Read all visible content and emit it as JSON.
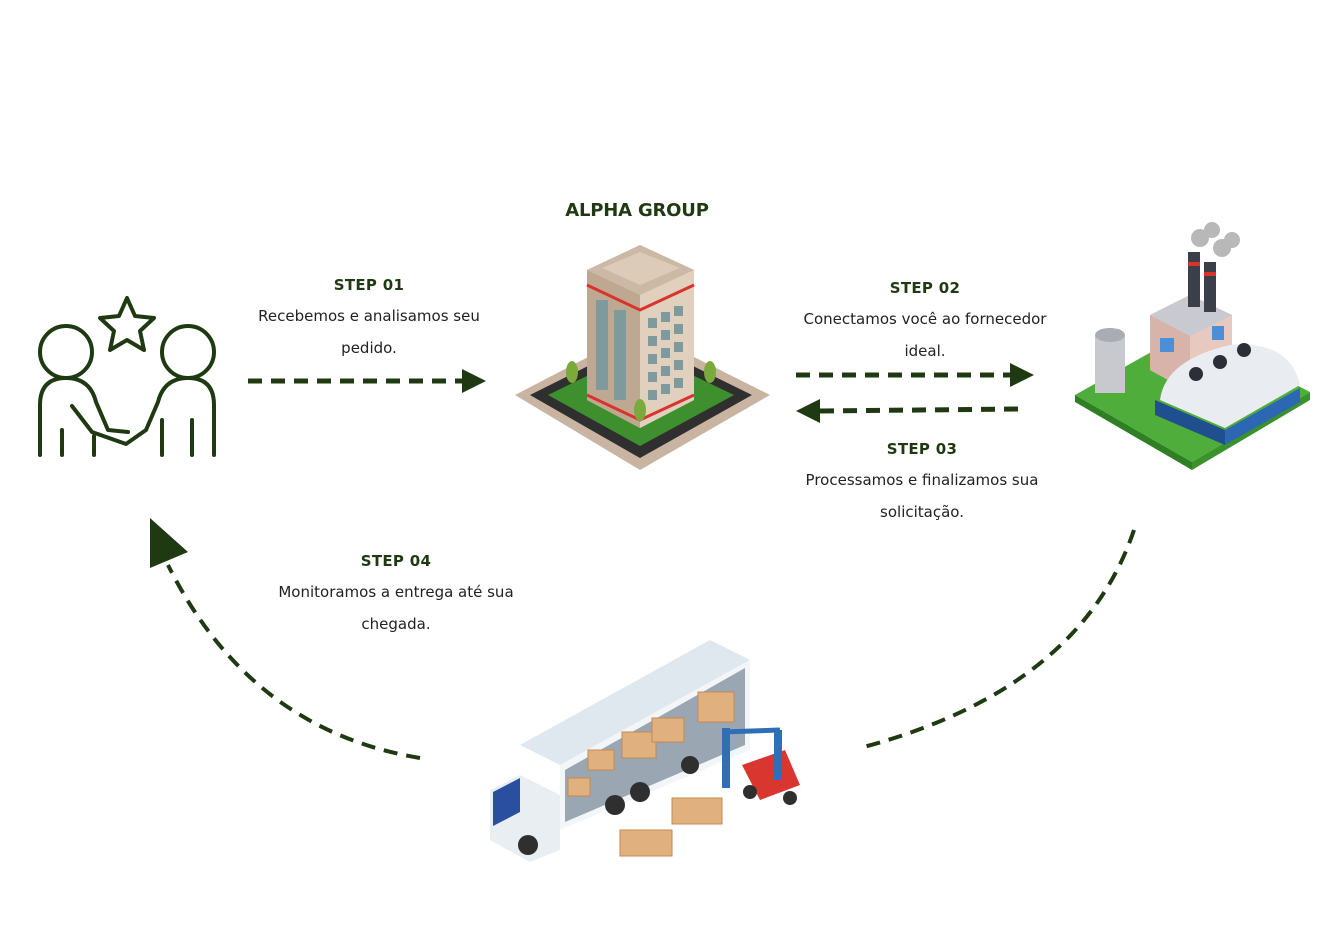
{
  "company": {
    "name": "ALPHA GROUP"
  },
  "steps": [
    {
      "title": "STEP 01",
      "line1": "Recebemos e analisamos seu",
      "line2": "pedido."
    },
    {
      "title": "STEP 02",
      "line1": "Conectamos você ao fornecedor",
      "line2": "ideal."
    },
    {
      "title": "STEP 03",
      "line1": "Processamos e finalizamos sua",
      "line2": "solicitação."
    },
    {
      "title": "STEP 04",
      "line1": "Monitoramos a entrega até sua",
      "line2": "chegada."
    }
  ],
  "icons": {
    "client": "handshake-partners-icon",
    "company": "office-building-icon",
    "supplier": "factory-icon",
    "delivery": "truck-forklift-icon"
  },
  "colors": {
    "accent": "#1f3a12",
    "arrow": "#1f3a12"
  }
}
